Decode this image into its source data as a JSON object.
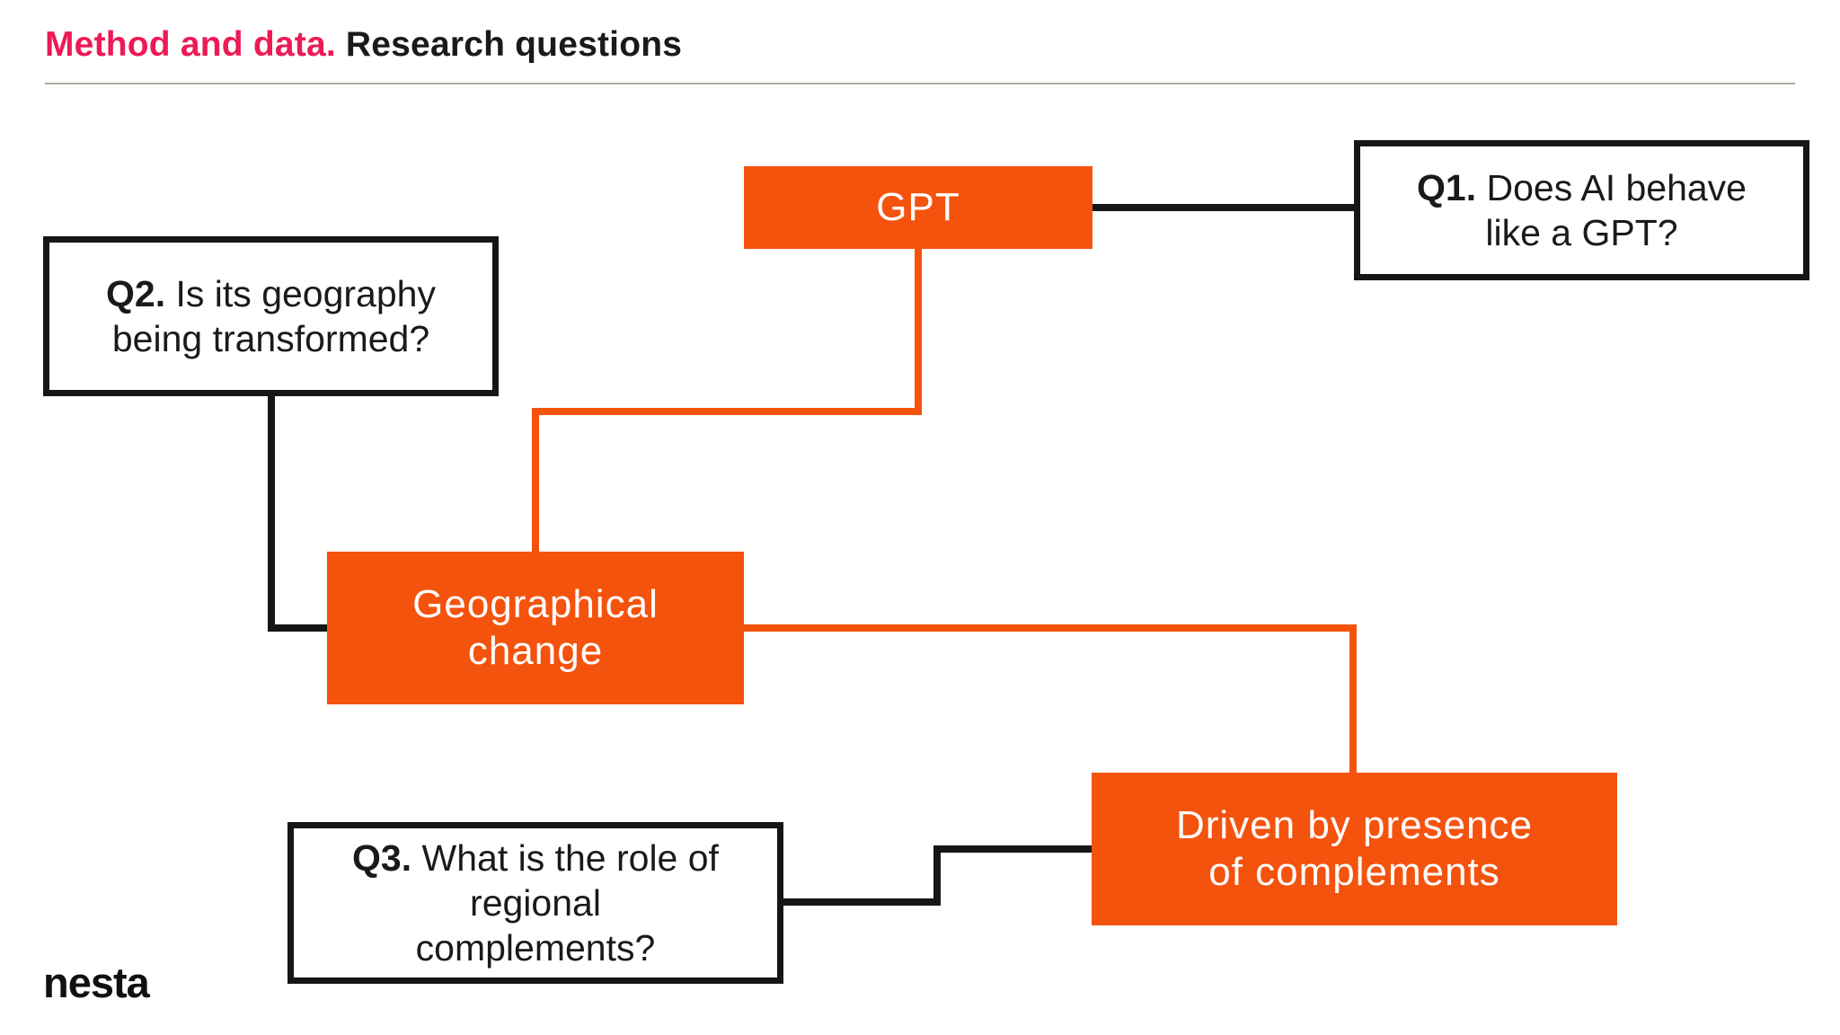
{
  "slide": {
    "title": {
      "highlight": "Method and data.",
      "rest": " Research questions"
    },
    "logo": "nesta"
  },
  "colors": {
    "orange": "#F4530D",
    "pink": "#ED1A55",
    "line_black": "#161616",
    "divider": "#B3ABA1",
    "text": "#1A1A1A",
    "node_text": "#FFFFFF",
    "background": "#FFFFFF"
  },
  "nodes": {
    "gpt": {
      "label": "GPT"
    },
    "geo": {
      "label": "Geographical\nchange"
    },
    "driven": {
      "label": "Driven by presence\nof complements"
    },
    "q1": {
      "prefix": "Q1.",
      "text": " Does AI behave\nlike a GPT?"
    },
    "q2": {
      "prefix": "Q2.",
      "text": " Is its geography\nbeing transformed?"
    },
    "q3": {
      "prefix": "Q3.",
      "text": " What is the role of\nregional\ncomplements?"
    }
  },
  "connectors": [
    {
      "from": "GPT",
      "to": "Q1. Does AI behave like a GPT?",
      "color": "black"
    },
    {
      "from": "GPT",
      "to": "Geographical change",
      "color": "orange"
    },
    {
      "from": "Q2. Is its geography being transformed?",
      "to": "Geographical change",
      "color": "black"
    },
    {
      "from": "Geographical change",
      "to": "Driven by presence of complements",
      "color": "orange"
    },
    {
      "from": "Q3. What is the role of regional complements?",
      "to": "Driven by presence of complements",
      "color": "black"
    }
  ]
}
